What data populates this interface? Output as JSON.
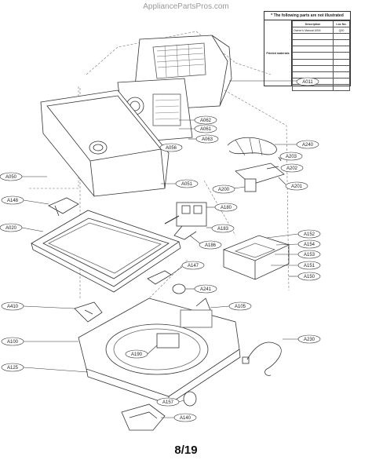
{
  "watermark": "AppliancePartsPros.com",
  "page_number": "8/19",
  "legend": {
    "title": "* The following parts are not illustrated",
    "side_label": "Printed materials",
    "col_description": "Description",
    "col_loc": "Loc No.",
    "rows": [
      {
        "description": "Owner's Manual ASM",
        "loc": "Q00"
      },
      {
        "description": "",
        "loc": ""
      },
      {
        "description": "",
        "loc": ""
      },
      {
        "description": "",
        "loc": ""
      },
      {
        "description": "",
        "loc": ""
      },
      {
        "description": "",
        "loc": ""
      },
      {
        "description": "",
        "loc": ""
      },
      {
        "description": "",
        "loc": ""
      },
      {
        "description": "",
        "loc": ""
      },
      {
        "description": "",
        "loc": ""
      }
    ]
  },
  "callouts": {
    "A011": "A011",
    "A062": "A062",
    "A061": "A061",
    "A063": "A063",
    "A056": "A056",
    "A240": "A240",
    "A203": "A203",
    "A202": "A202",
    "A201": "A201",
    "A200": "A200",
    "A050": "A050",
    "A051": "A051",
    "A148": "A148",
    "A180": "A180",
    "A020": "A020",
    "A183": "A183",
    "A186": "A186",
    "A152": "A152",
    "A154": "A154",
    "A153": "A153",
    "A151": "A151",
    "A150": "A150",
    "A147": "A147",
    "A241": "A241",
    "A410": "A410",
    "A105": "A105",
    "A100": "A100",
    "A230": "A230",
    "A190": "A190",
    "A125": "A125",
    "A157": "A157",
    "A140": "A140"
  }
}
